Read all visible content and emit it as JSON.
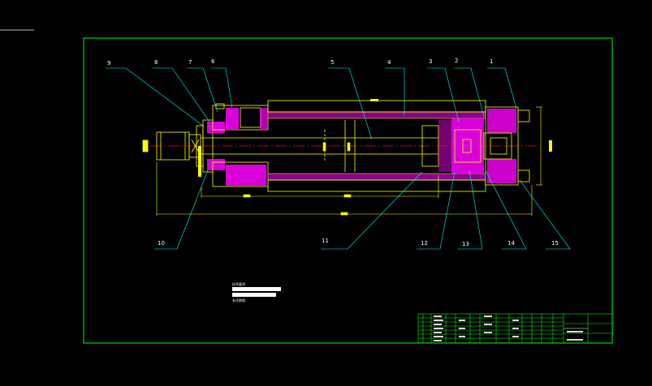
{
  "drawing": {
    "colors": {
      "background": "#000000",
      "frame": "#00ff00",
      "outline": "#ffff00",
      "section_hatch": "#ff00ff",
      "leader": "#00ffff",
      "centerline": "#ff0000",
      "text": "#ffffff"
    },
    "part_numbers_top": [
      "9",
      "8",
      "7",
      "6",
      "5",
      "4",
      "3",
      "2",
      "1"
    ],
    "part_numbers_bottom": [
      "10",
      "11",
      "12",
      "13",
      "14",
      "15"
    ],
    "technical_notes": {
      "heading": "技术要求:",
      "footer": "未注倒角:"
    }
  }
}
